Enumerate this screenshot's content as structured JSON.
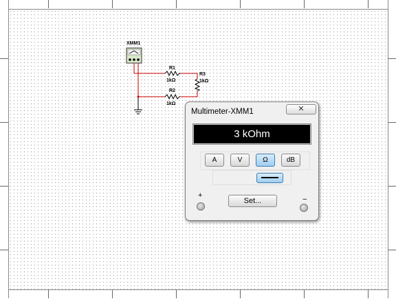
{
  "schematic": {
    "multimeter_ref": "XMM1",
    "resistors": [
      {
        "ref": "R1",
        "value": "1kΩ"
      },
      {
        "ref": "R2",
        "value": "1kΩ"
      },
      {
        "ref": "R3",
        "value": "1kΩ"
      }
    ],
    "colors": {
      "wire": "#cc0000",
      "ground": "#000000"
    }
  },
  "multimeter": {
    "title": "Multimeter-XMM1",
    "reading": "3 kOhm",
    "modes": [
      "A",
      "V",
      "Ω",
      "dB"
    ],
    "active_mode": "Ω",
    "plus_label": "+",
    "minus_label": "−",
    "set_label": "Set...",
    "close_glyph": "✕",
    "accent": "#9fcdf0"
  }
}
